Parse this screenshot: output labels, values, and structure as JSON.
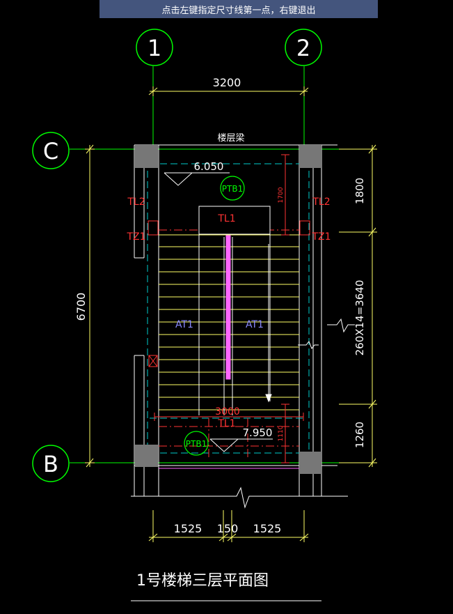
{
  "prompt": "点击左键指定尺寸线第一点，右键退出",
  "axes": {
    "v1": "1",
    "v2": "2",
    "hC": "C",
    "hB": "B"
  },
  "dims": {
    "top_width": "3200",
    "left_height": "6700",
    "right_top": "1800",
    "right_mid": "260X14=3640",
    "right_bottom": "1260",
    "bottom_left": "1525",
    "bottom_mid": "150",
    "bottom_right": "1525",
    "inner_width": "3000",
    "inner_top_vert": "1700",
    "inner_bottom_vert": "1110"
  },
  "labels": {
    "floor_beam": "楼层梁",
    "elev_top": "6.050",
    "elev_bottom": "7.950",
    "ptb_top": "PTB1",
    "ptb_bottom": "PTB1",
    "tl2_left": "TL2",
    "tl2_right": "TL2",
    "tz1_left": "TZ1",
    "tz1_right": "TZ1",
    "tl1_top": "TL1",
    "tl1_bottom": "TL1",
    "at_left": "AT1",
    "at_right": "AT1"
  },
  "title": "1号楼梯三层平面图",
  "colors": {
    "background": "#000000",
    "axis": "#00ff00",
    "dimension": "#ffff66",
    "wall": "#ffffff",
    "beam_red": "#ff3333",
    "hidden_cyan": "#00cccc",
    "tread": "#ffff66",
    "column": "#777777",
    "handrail": "#ff66ff",
    "tooltip_bg": "#44557d"
  }
}
